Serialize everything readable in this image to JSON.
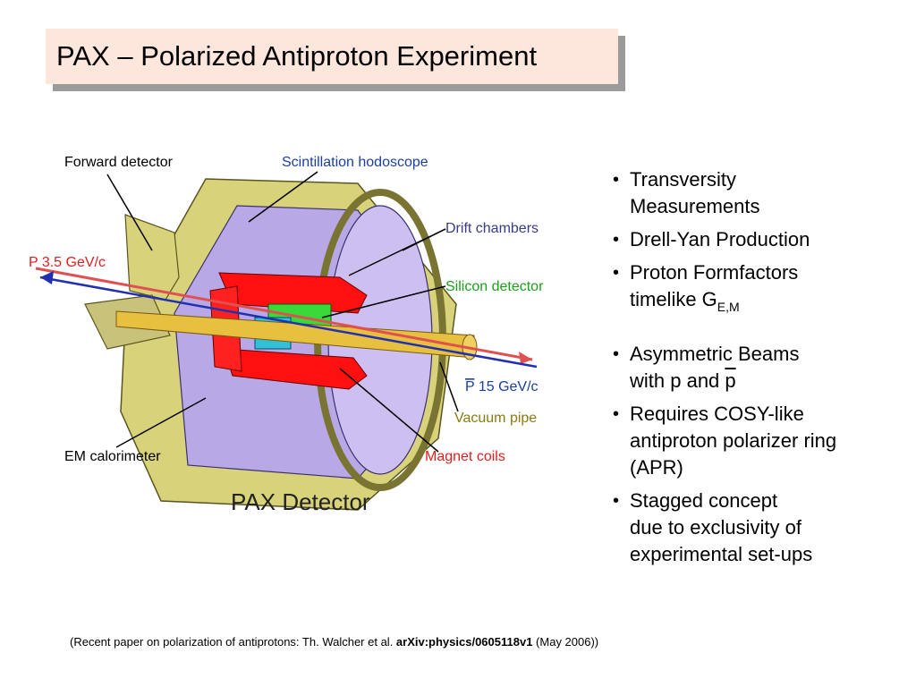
{
  "title": "PAX – Polarized Antiproton Experiment",
  "diagram": {
    "caption": "PAX Detector",
    "labels": {
      "forward_detector": "Forward detector",
      "scintillation_hodoscope": "Scintillation hodoscope",
      "drift_chambers": "Drift chambers",
      "silicon_detector": "Silicon detector",
      "beam_p": "P 3.5 GeV/c",
      "beam_pbar_letter": "P",
      "beam_pbar_momentum": " 15 GeV/c",
      "vacuum_pipe": "Vacuum pipe",
      "em_calorimeter": "EM calorimeter",
      "magnet_coils": "Magnet coils"
    },
    "colors": {
      "red_label": "#e02020",
      "green_label": "#1aa01a",
      "blue_label": "#1c3fa0",
      "olive_label": "#8a7a10",
      "outer_shell": "#d8d27a",
      "inner_lining": "#b9a8e6",
      "magnet": "#ff1010",
      "silicon": "#39d939"
    }
  },
  "bullets": {
    "b1_l1": "Transversity",
    "b1_l2": "Measurements",
    "b2": "Drell-Yan Production",
    "b3_l1": "Proton Formfactors",
    "b3_l2": "timelike G",
    "b3_sub": "E,M",
    "b4_l1": "Asymmetric Beams",
    "b4_l2a": "with p and ",
    "b4_l2b": "p",
    "b5_l1": "Requires COSY-like",
    "b5_l2": "antiproton polarizer ring",
    "b5_l3": "(APR)",
    "b6_l1": "Stagged concept",
    "b6_l2": "due to exclusivity of",
    "b6_l3": "experimental set-ups",
    "bullet_char": "•"
  },
  "footer": {
    "prefix": "(Recent paper on polarization of antiprotons: Th. Walcher et al. ",
    "bold": "arXiv:physics/0605118v1",
    "suffix": " (May 2006))"
  }
}
